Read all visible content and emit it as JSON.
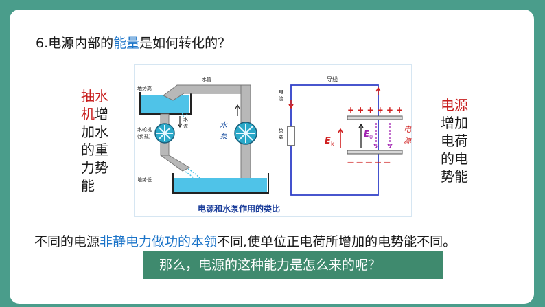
{
  "title": {
    "prefix": "6.电源内部的",
    "highlight": "能量",
    "suffix": "是如何转化的？"
  },
  "left_note": {
    "red": "抽水机",
    "black": "增加水的重力势能"
  },
  "right_note": {
    "red": "电源",
    "black": "增加电荷的电势能"
  },
  "figure": {
    "pipe_label": "水管",
    "high_label": "地势高",
    "low_label": "地势低",
    "turbine_label": "水轮机",
    "turbine_sub": "(负载)",
    "flow_label_1": "水",
    "flow_label_2": "流",
    "pump_label_1": "水",
    "pump_label_2": "泵",
    "wire_label": "导线",
    "current_label_1": "电",
    "current_label_2": "流",
    "load_label_1": "负",
    "load_label_2": "载",
    "source_label_1": "电",
    "source_label_2": "源",
    "plus_signs": "+ + + + + +",
    "minus_signs": "— — — — —",
    "ek_label": "E",
    "ek_sub": "k",
    "e0_label": "E",
    "e0_sub": "0",
    "caption": "电源和水泵作用的类比"
  },
  "bottom": {
    "prefix": "不同的电源",
    "highlight": "非静电力做功的本领",
    "suffix": "不同,使单位正电荷所增加的电势能不同。"
  },
  "banner": {
    "text": "那么，电源的这种能力是怎么来的呢？"
  },
  "colors": {
    "background": "#4a9d8b",
    "banner": "#3f8a6e",
    "highlight_blue": "#1a73c8",
    "highlight_red": "#c81e1e"
  }
}
